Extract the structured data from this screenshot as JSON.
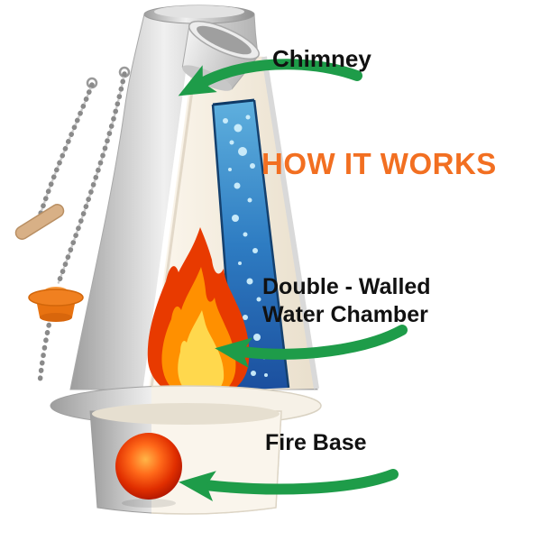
{
  "title": {
    "text": "HOW IT WORKS"
  },
  "labels": {
    "chimney": "Chimney",
    "double_walled_line1": "Double - Walled",
    "double_walled_line2": "Water Chamber",
    "fire_base": "Fire Base"
  },
  "colors": {
    "title": "#F26F21",
    "label-text": "#111111",
    "arrow-green": "#1E9C49",
    "water-blue": "#2E7CC2",
    "flame-orange": "#FF9000",
    "flame-yellow": "#FFD84D",
    "flame-red": "#E83A00",
    "ember-red": "#D92B04",
    "stopper-orange": "#F08020",
    "steel-gray": "#C6C6C6"
  }
}
